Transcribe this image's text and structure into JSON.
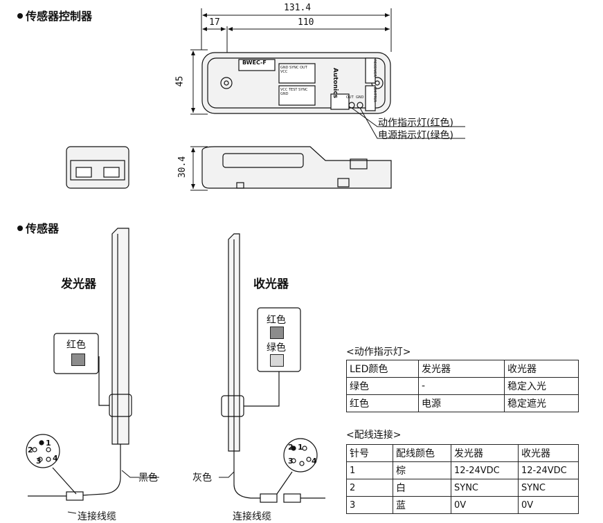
{
  "sections": {
    "controller_heading": "传感器控制器",
    "sensor_heading": "传感器"
  },
  "dimensions": {
    "total_width": "131.4",
    "left_part": "17",
    "right_part": "110",
    "height": "45",
    "depth": "30.4"
  },
  "controller_labels": {
    "model": "BWEC-F",
    "brand": "Autonics",
    "action_led": "动作指示灯(红色)",
    "power_led": "电源指示灯(绿色)",
    "receiver": "RECEIVER",
    "emitter": "EMITTER",
    "recv_pins": "GND SYNC OUT VCC",
    "emit_pins": "VCC TEST SYNC GND",
    "led_marks": [
      "OUT",
      "GND"
    ]
  },
  "sensors": {
    "emitter": {
      "title": "发光器",
      "indicator": "红色",
      "cable": "黑色",
      "connector": "连接线缆"
    },
    "receiver": {
      "title": "收光器",
      "indicator_1": "红色",
      "indicator_2": "绿色",
      "cable": "灰色",
      "connector": "连接线缆"
    },
    "pin_numbers": [
      "1",
      "2",
      "3",
      "4"
    ]
  },
  "colors": {
    "red_indicator": "#8c8c8c",
    "green_indicator": "#d8d8d8"
  },
  "led_table": {
    "title": "<动作指示灯>",
    "header": [
      "LED颜色",
      "发光器",
      "收光器"
    ],
    "rows": [
      [
        "绿色",
        "-",
        "稳定入光"
      ],
      [
        "红色",
        "电源",
        "稳定遮光"
      ]
    ]
  },
  "wiring_table": {
    "title": "<配线连接>",
    "header": [
      "针号",
      "配线颜色",
      "发光器",
      "收光器"
    ],
    "rows": [
      [
        "1",
        "棕",
        "12-24VDC",
        "12-24VDC"
      ],
      [
        "2",
        "白",
        "SYNC",
        "SYNC"
      ],
      [
        "3",
        "蓝",
        "0V",
        "0V"
      ]
    ]
  }
}
